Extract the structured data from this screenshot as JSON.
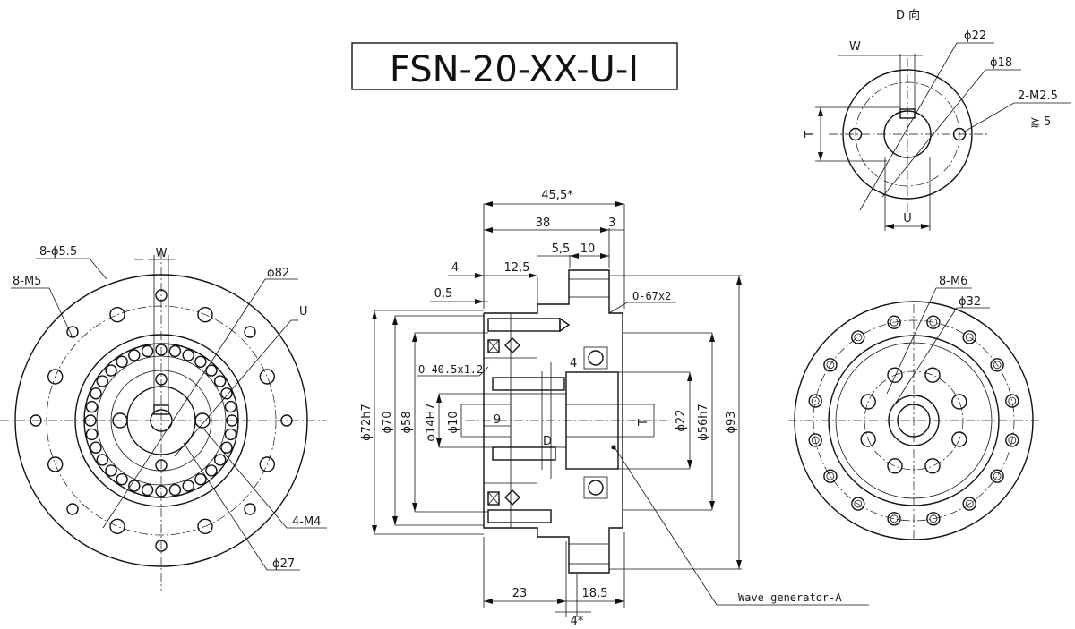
{
  "title": "FSN-20-XX-U-I",
  "view_d_label": "D 向",
  "left_view": {
    "labels": {
      "holes_8_55": "8-ϕ5.5",
      "threads_8_m5": "8-M5",
      "w": "W",
      "d82": "ϕ82",
      "u": "U",
      "m4": "4-M4",
      "d27": "ϕ27"
    }
  },
  "section_view": {
    "labels": {
      "len_total": "45,5*",
      "len_38": "38",
      "len_3": "3",
      "len_4": "4",
      "len_125": "12,5",
      "len_55": "5,5",
      "len_10": "10",
      "len_05": "0,5",
      "oring_67": "O-67x2",
      "oring_405": "O-40.5x1.2",
      "small_4": "4",
      "d72": "ϕ72h7",
      "d70": "ϕ70",
      "d58": "ϕ58",
      "d14": "ϕ14H7",
      "d10": "ϕ10",
      "nine": "9",
      "letter_d": "D",
      "letter_t": "T",
      "d22": "ϕ22",
      "d56": "ϕ56h7",
      "d93": "ϕ93",
      "len_23": "23",
      "len_185": "18,5",
      "len_4b": "4*",
      "wave": "Wave generator-A"
    }
  },
  "d_view": {
    "labels": {
      "w": "W",
      "d22": "ϕ22",
      "d18": "ϕ18",
      "m25": "2-M2.5",
      "depth": "⪸ 5",
      "t": "T",
      "u": "U"
    }
  },
  "right_view": {
    "labels": {
      "m6": "8-M6",
      "d32": "ϕ32"
    }
  }
}
